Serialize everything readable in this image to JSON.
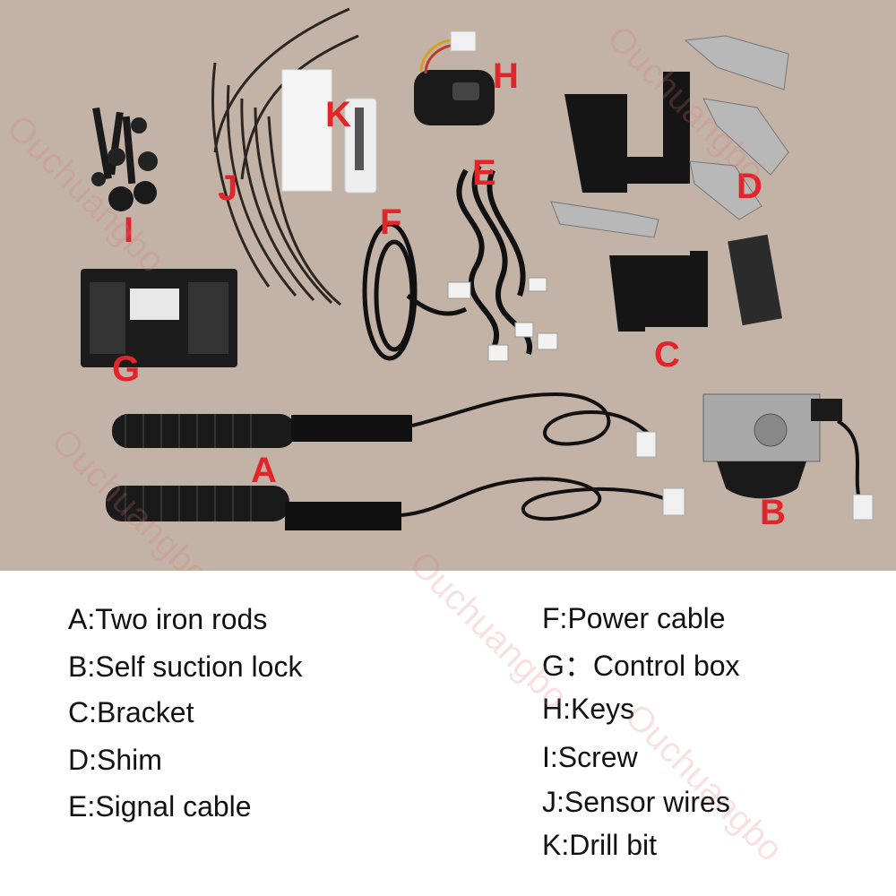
{
  "photo": {
    "background_color": "#c3b3a7",
    "labels": {
      "A": "A",
      "B": "B",
      "C": "C",
      "D": "D",
      "E": "E",
      "F": "F",
      "G": "G",
      "H": "H",
      "I": "I",
      "J": "J",
      "K": "K"
    },
    "label_color": "#e4242b"
  },
  "legend": {
    "left": [
      "A:Two iron rods",
      "B:Self suction lock",
      "C:Bracket",
      "D:Shim",
      "E:Signal cable"
    ],
    "right": [
      "F:Power cable",
      "G：Control box",
      "H:Keys",
      "I:Screw",
      "J:Sensor wires",
      "K:Drill bit"
    ]
  },
  "watermark": "Ouchuangbo"
}
